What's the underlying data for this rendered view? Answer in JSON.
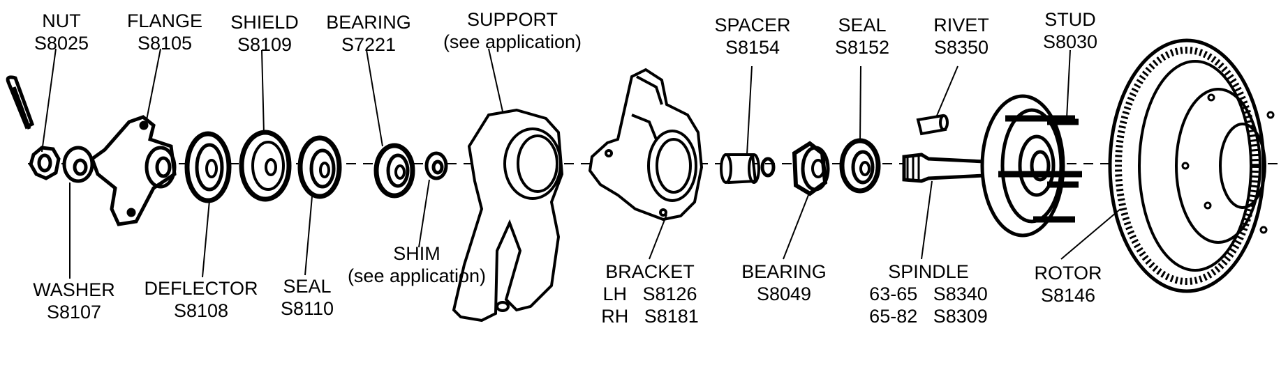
{
  "parts": {
    "nut": {
      "name": "NUT",
      "num": "S8025"
    },
    "flange": {
      "name": "FLANGE",
      "num": "S8105"
    },
    "shield": {
      "name": "SHIELD",
      "num": "S8109"
    },
    "bearing_outer": {
      "name": "BEARING",
      "num": "S7221"
    },
    "support": {
      "name": "SUPPORT",
      "note": "(see application)"
    },
    "spacer": {
      "name": "SPACER",
      "num": "S8154"
    },
    "seal_right": {
      "name": "SEAL",
      "num": "S8152"
    },
    "rivet": {
      "name": "RIVET",
      "num": "S8350"
    },
    "stud": {
      "name": "STUD",
      "num": "S8030"
    },
    "washer": {
      "name": "WASHER",
      "num": "S8107"
    },
    "deflector": {
      "name": "DEFLECTOR",
      "num": "S8108"
    },
    "seal_left": {
      "name": "SEAL",
      "num": "S8110"
    },
    "shim": {
      "name": "SHIM",
      "note": "(see application)"
    },
    "bracket": {
      "name": "BRACKET",
      "lh": "LH   S8126",
      "rh": "RH   S8181"
    },
    "bearing_inner": {
      "name": "BEARING",
      "num": "S8049"
    },
    "spindle": {
      "name": "SPINDLE",
      "v1": "63-65   S8340",
      "v2": "65-82   S8309"
    },
    "rotor": {
      "name": "ROTOR",
      "num": "S8146"
    }
  }
}
